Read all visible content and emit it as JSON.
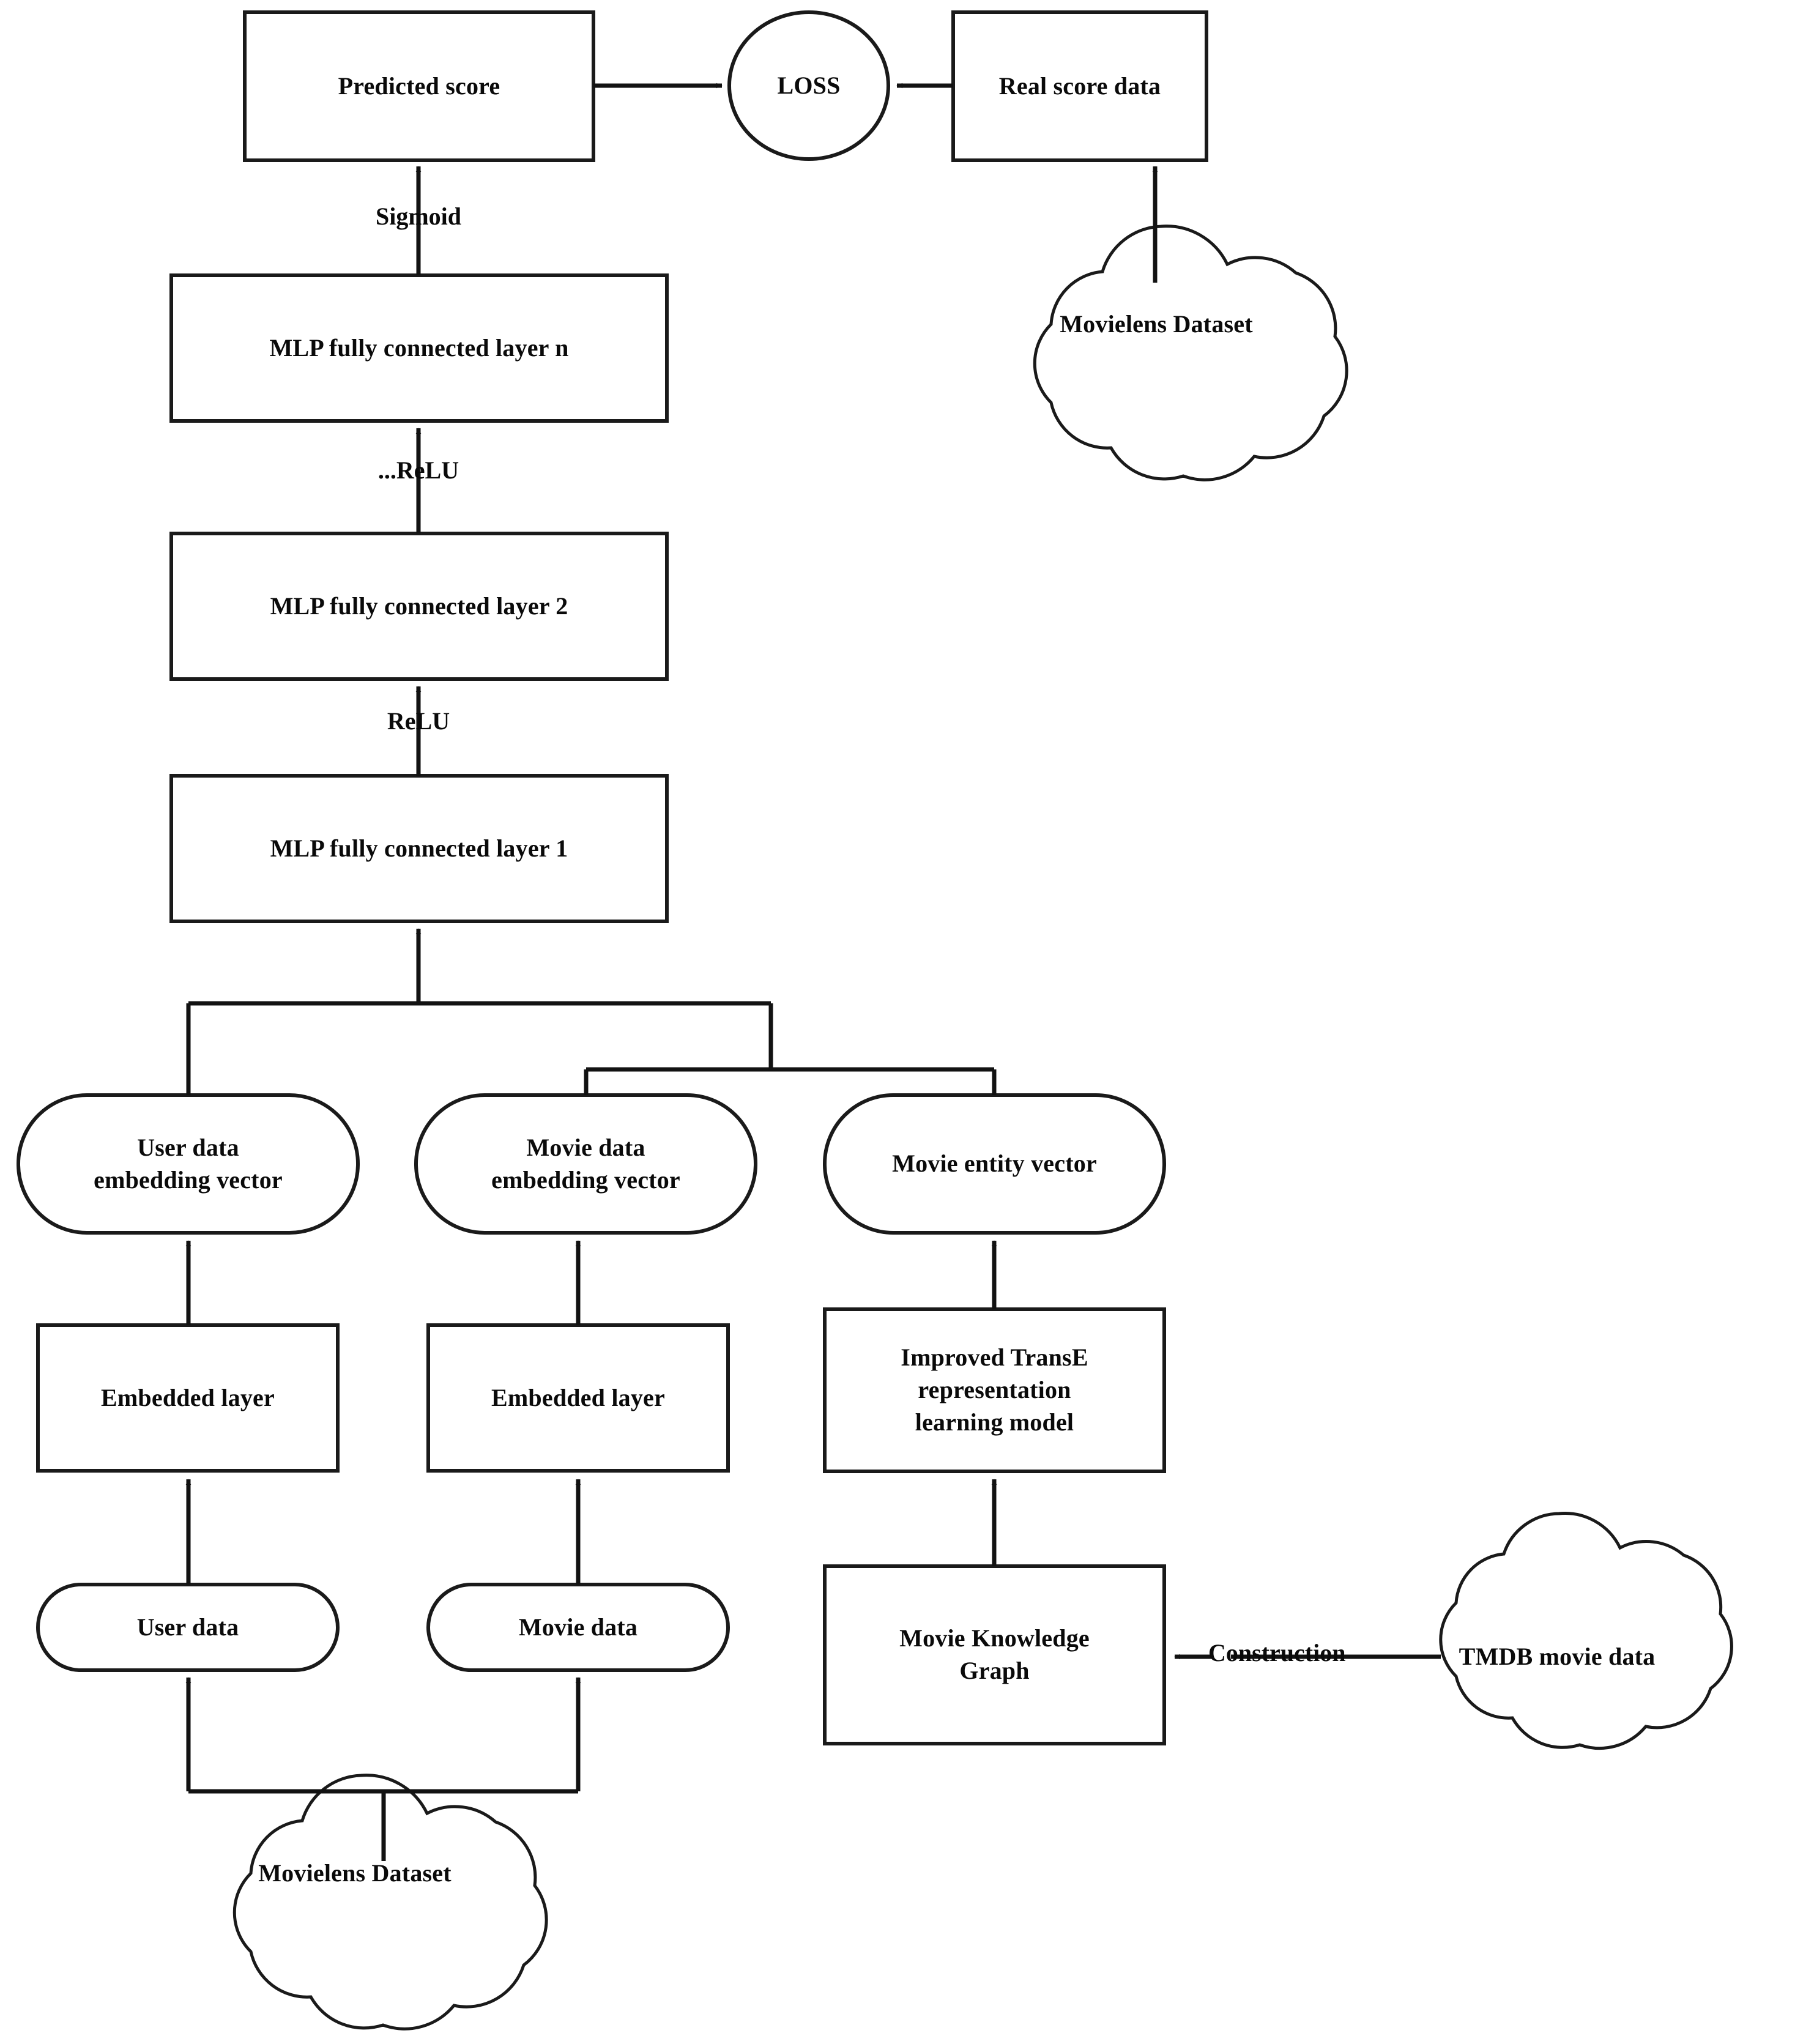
{
  "diagram": {
    "title": "Movie recommendation model architecture with knowledge graph",
    "stroke_color": "#1a1a1a",
    "text_color": "#0a0a0a",
    "background": "#ffffff",
    "nodes": {
      "predicted_score": {
        "label": "Predicted score",
        "shape": "rectangle"
      },
      "loss": {
        "label": "LOSS",
        "shape": "ellipse"
      },
      "real_score_data": {
        "label": "Real score data",
        "shape": "rectangle"
      },
      "movielens_top": {
        "label": "Movielens Dataset",
        "shape": "cloud"
      },
      "mlp_layer_n": {
        "label": "MLP fully connected layer n",
        "shape": "rectangle"
      },
      "mlp_layer_2": {
        "label": "MLP fully connected layer 2",
        "shape": "rectangle"
      },
      "mlp_layer_1": {
        "label": "MLP fully connected layer 1",
        "shape": "rectangle"
      },
      "user_embedding_vector": {
        "label": "User data\nembedding vector",
        "shape": "rounded"
      },
      "movie_embedding_vector": {
        "label": "Movie data\nembedding vector",
        "shape": "rounded"
      },
      "movie_entity_vector": {
        "label": "Movie entity vector",
        "shape": "rounded"
      },
      "embedded_layer_user": {
        "label": "Embedded layer",
        "shape": "rectangle"
      },
      "embedded_layer_movie": {
        "label": "Embedded layer",
        "shape": "rectangle"
      },
      "transe_model": {
        "label": "Improved TransE\nrepresentation\nlearning model",
        "shape": "rectangle"
      },
      "user_data": {
        "label": "User data",
        "shape": "rounded"
      },
      "movie_data": {
        "label": "Movie data",
        "shape": "rounded"
      },
      "movie_knowledge_graph": {
        "label": "Movie Knowledge\nGraph",
        "shape": "rectangle"
      },
      "tmdb_movie_data": {
        "label": "TMDB movie data",
        "shape": "cloud"
      },
      "movielens_bottom": {
        "label": "Movielens Dataset",
        "shape": "cloud"
      }
    },
    "edge_labels": {
      "sigmoid": "Sigmoid",
      "relu_dots": "...ReLU",
      "relu": "ReLU",
      "construction": "Construction"
    },
    "edges": [
      {
        "from": "predicted_score",
        "to": "loss",
        "label": ""
      },
      {
        "from": "real_score_data",
        "to": "loss",
        "label": ""
      },
      {
        "from": "movielens_top",
        "to": "real_score_data",
        "label": ""
      },
      {
        "from": "mlp_layer_n",
        "to": "predicted_score",
        "label": "Sigmoid"
      },
      {
        "from": "mlp_layer_2",
        "to": "mlp_layer_n",
        "label": "...ReLU"
      },
      {
        "from": "mlp_layer_1",
        "to": "mlp_layer_2",
        "label": "ReLU"
      },
      {
        "from": "user_embedding_vector",
        "to": "mlp_layer_1",
        "label": ""
      },
      {
        "from": "movie_embedding_vector",
        "to": "mlp_layer_1",
        "label": ""
      },
      {
        "from": "movie_entity_vector",
        "to": "mlp_layer_1",
        "label": ""
      },
      {
        "from": "embedded_layer_user",
        "to": "user_embedding_vector",
        "label": ""
      },
      {
        "from": "embedded_layer_movie",
        "to": "movie_embedding_vector",
        "label": ""
      },
      {
        "from": "transe_model",
        "to": "movie_entity_vector",
        "label": ""
      },
      {
        "from": "user_data",
        "to": "embedded_layer_user",
        "label": ""
      },
      {
        "from": "movie_data",
        "to": "embedded_layer_movie",
        "label": ""
      },
      {
        "from": "movie_knowledge_graph",
        "to": "transe_model",
        "label": ""
      },
      {
        "from": "tmdb_movie_data",
        "to": "movie_knowledge_graph",
        "label": "Construction"
      },
      {
        "from": "movielens_bottom",
        "to": "user_data",
        "label": ""
      },
      {
        "from": "movielens_bottom",
        "to": "movie_data",
        "label": ""
      }
    ]
  }
}
